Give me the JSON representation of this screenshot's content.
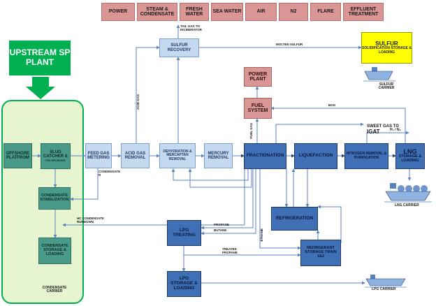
{
  "utilities": [
    "POWER",
    "STEAM & CONDENSATE",
    "FRESH WATER",
    "SEA WATER",
    "AIR",
    "N2",
    "FLARE",
    "EFFLUENT TREATMENT"
  ],
  "upstream": {
    "title": "UPSTREAM SP PLANT"
  },
  "units": {
    "offshore": "OFFSHORE PLATFROM",
    "slug_catcher": "SLUG CATCHER &",
    "pig_receiver": "PIG RECEIVER",
    "feed_gas": "FEED GAS METERING",
    "acid_gas_removal": "ACID GAS REMOVAL",
    "dehydration": "DEHYDRATION & MERCAPTAN REMOVAL",
    "mercury": "MERCURY REMOVAL",
    "fractionation": "FRACTIONATION",
    "liquefaction": "LIQUEFACTION",
    "nitrogen": "NITROGEN REMOVAL & PURIFICATION",
    "lng_storage_title": "LNG",
    "lng_storage_sub": "STORAGE & LOADING",
    "sulfur_recovery": "SULFUR RECOVERY",
    "sulfur_title": "SULFUR",
    "sulfur_sub": "SOLIDIFICATION STORAGE & LOADING",
    "power_plant": "POWER PLANT",
    "fuel_system": "FUEL SYSTEM",
    "condensate_stab": "CONDENSATE STABILIZATION",
    "condensate_storage": "CONDENSATE STORAGE & LOADING",
    "refrigeration": "REFRIGERATION",
    "lpg_treating": "LPG TREATING",
    "refrigerant_storage": "REFRIGERANT STORAGE TRAIN 1&2",
    "lpg_storage": "LPG STORAGE & LOADING"
  },
  "labels": {
    "tail_gas": "TAIL GAS TO INCINERATOR",
    "molten_sulfur": "MOLTEN SULFUR",
    "acid_gas": "ACID GAS",
    "sulfur_carrier": "SULFUR CARRIER",
    "bog": "BOG",
    "sweet_gas": "SWEET GAS TO",
    "igat": "IGAT",
    "h2_n2": "H₂ / N₂",
    "fuel_gas": "FUEL GAS",
    "condensate_r": "CONDENSATE R",
    "lng_carrier": "LNG CARRIER",
    "hc_condensate": "HC CONDENSATE RUNDOWN",
    "propane": "PROPANE",
    "butane": "BUTANE",
    "ethane": "ETHANE",
    "treated_propane": "TREATED PROPANE",
    "lpg_carrier": "LPG CARRIER",
    "condensate_carrier": "CONDENSATE CARRIER"
  }
}
